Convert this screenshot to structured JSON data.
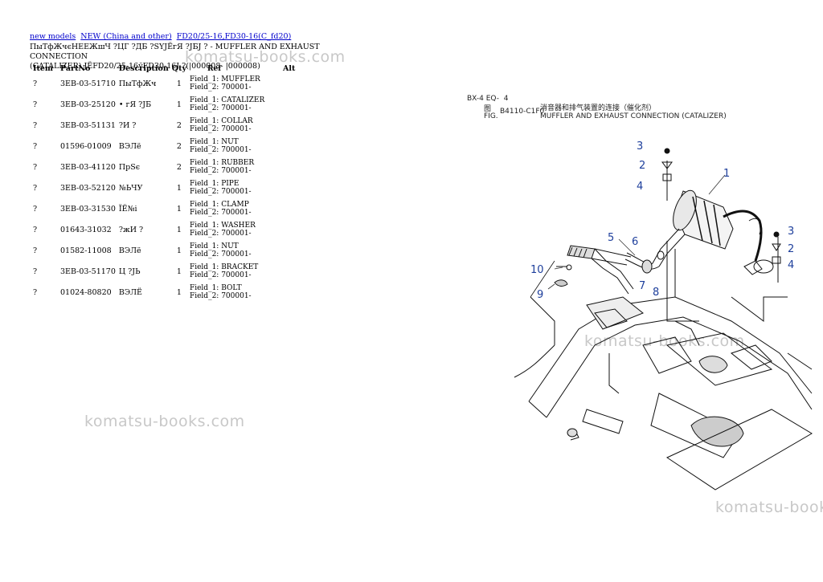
{
  "breadcrumbs": [
    "new models",
    "NEW (China and other)",
    "FD20/25-16,FD30-16(C_fd20)"
  ],
  "title_line1": "ПыТфЖчєНЕЕЖшЧ ?ЦГ ?ДБ ?SYJЁгЯ ?ЈБЈ ? - MUFFLER AND EXHAUST CONNECTION",
  "title_line2": "(CATALIZER) JЁFD20/25-16ўFD30-16Ј ?(|000008- |000008)",
  "table": {
    "headers": [
      "Item",
      "PartNo",
      "Description",
      "Qty",
      "Ref",
      "Alt"
    ],
    "rows": [
      {
        "item": "?",
        "part": "3EB-03-51710",
        "desc": "ПыТфЖч",
        "qty": "1",
        "f1": "Field_1: MUFFLER",
        "f2": "Field_2: 700001-"
      },
      {
        "item": "?",
        "part": "3EB-03-25120",
        "desc": "• гЯ ?ЈБ",
        "qty": "1",
        "f1": "Field_1: CATALIZER",
        "f2": "Field_2: 700001-"
      },
      {
        "item": "?",
        "part": "3EB-03-51131",
        "desc": "?И ?",
        "qty": "2",
        "f1": "Field_1: COLLAR",
        "f2": "Field_2: 700001-"
      },
      {
        "item": "?",
        "part": "01596-01009",
        "desc": "ВЭЛё",
        "qty": "2",
        "f1": "Field_1: NUT",
        "f2": "Field_2: 700001-"
      },
      {
        "item": "?",
        "part": "3EB-03-41120",
        "desc": "ПрЅє",
        "qty": "2",
        "f1": "Field_1: RUBBER",
        "f2": "Field_2: 700001-"
      },
      {
        "item": "?",
        "part": "3EB-03-52120",
        "desc": "№ЬЧУ",
        "qty": "1",
        "f1": "Field_1: PIPE",
        "f2": "Field_2: 700001-"
      },
      {
        "item": "?",
        "part": "3EB-03-31530",
        "desc": "ЇЁ№і",
        "qty": "1",
        "f1": "Field_1: CLAMP",
        "f2": "Field_2: 700001-"
      },
      {
        "item": "?",
        "part": "01643-31032",
        "desc": "?жИ ?",
        "qty": "1",
        "f1": "Field_1: WASHER",
        "f2": "Field_2: 700001-"
      },
      {
        "item": "?",
        "part": "01582-11008",
        "desc": "ВЭЛё",
        "qty": "1",
        "f1": "Field_1: NUT",
        "f2": "Field_2: 700001-"
      },
      {
        "item": "?",
        "part": "3EB-03-51170",
        "desc": "Ц ?ЈЬ",
        "qty": "1",
        "f1": "Field_1: BRACKET",
        "f2": "Field_2: 700001-"
      },
      {
        "item": "?",
        "part": "01024-80820",
        "desc": "ВЭЛЁ",
        "qty": "1",
        "f1": "Field_1: BOLT",
        "f2": "Field_2: 700001-"
      }
    ]
  },
  "figure": {
    "code1": "BX-4 EQ-",
    "code1b": "4",
    "fig_label_zh": "图",
    "fig_label_en": "FIG.",
    "fig_no": "B4110-C1F0",
    "title_zh": "消音器和排气装置的连接（催化剂）",
    "title_en": "MUFFLER AND EXHAUST CONNECTION (CATALIZER)",
    "callouts": [
      "1",
      "2",
      "3",
      "4",
      "5",
      "6",
      "7",
      "8",
      "9",
      "10",
      "3",
      "2",
      "4"
    ]
  },
  "watermark": "komatsu-books.com",
  "colors": {
    "callout": "#1e3f9c",
    "link": "#0000cc",
    "watermark": "#c8c8c8"
  }
}
